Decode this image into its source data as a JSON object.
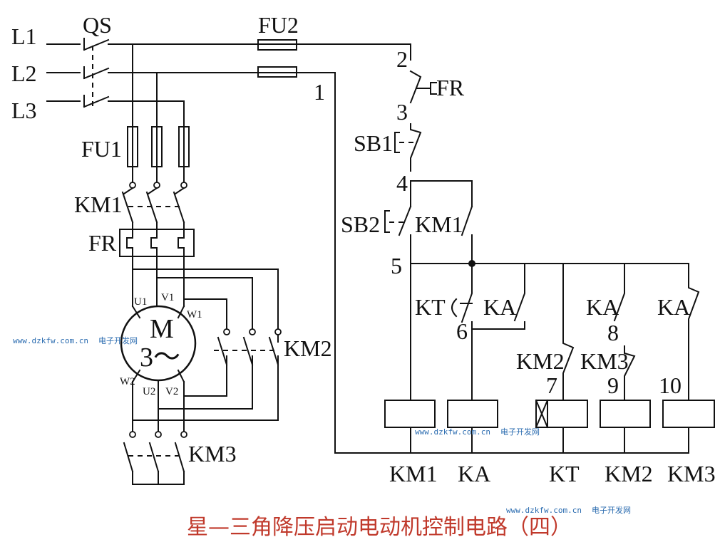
{
  "title": "星—三角降压启动电动机控制电路（四）",
  "watermark": {
    "site": "www.dzkfw.com.cn",
    "cn": "电子开发网"
  },
  "power": {
    "lines": [
      "L1",
      "L2",
      "L3"
    ],
    "switch": "QS",
    "fuse_main": "FU1",
    "fuse_control": "FU2",
    "contactor_main": "KM1",
    "thermal_relay": "FR",
    "contactor_delta": "KM2",
    "contactor_star": "KM3"
  },
  "motor": {
    "symbol": "M",
    "phase": "3～",
    "terminals": [
      "U1",
      "V1",
      "W1",
      "W2",
      "U2",
      "V2"
    ]
  },
  "control": {
    "nodes": [
      "1",
      "2",
      "3",
      "4",
      "5",
      "6",
      "7",
      "8",
      "9",
      "10"
    ],
    "fr_contact": "FR",
    "stop_button": "SB1",
    "start_button": "SB2",
    "hold_contact": "KM1",
    "kt_contact": "KT",
    "ka_contact": "KA",
    "km2_interlock": "KM2",
    "km3_interlock": "KM3",
    "coils": [
      "KM1",
      "KA",
      "KT",
      "KM2",
      "KM3"
    ]
  }
}
